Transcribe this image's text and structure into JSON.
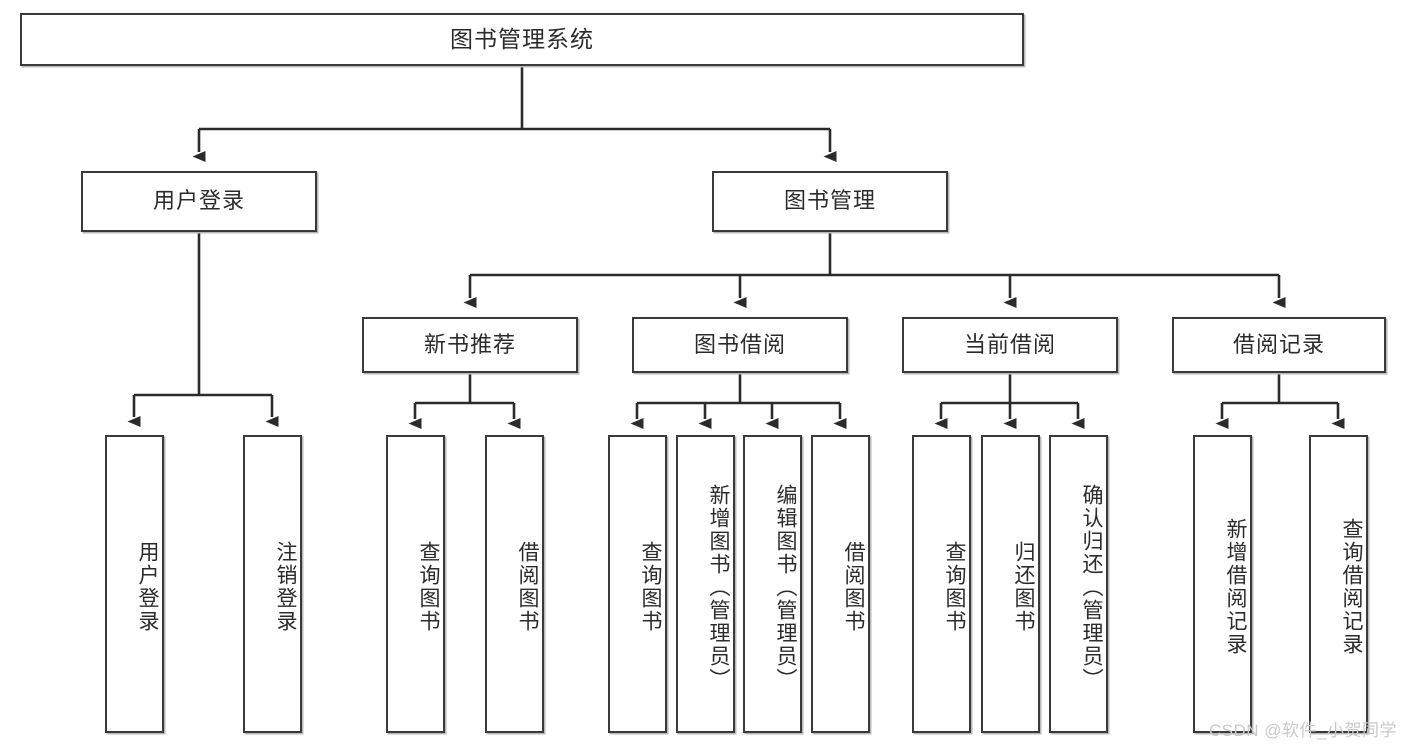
{
  "diagram": {
    "title": "图书管理系统",
    "type": "hierarchy-tree",
    "colors": {
      "node_border": "#3a3a3a",
      "node_fill": "#ffffff",
      "edge": "#2b2b2b",
      "text": "#2b2b2b",
      "watermark": "#c9c9c9",
      "background": "#ffffff"
    },
    "levels": {
      "level1": "root",
      "level2": "modules",
      "level3": "sub-modules",
      "level4": "functions"
    },
    "nodes": {
      "root": {
        "label": "图书管理系统",
        "orientation": "horizontal"
      },
      "user_login": {
        "label": "用户登录",
        "orientation": "horizontal"
      },
      "book_manage": {
        "label": "图书管理",
        "orientation": "horizontal"
      },
      "new_book_rec": {
        "label": "新书推荐",
        "orientation": "horizontal"
      },
      "book_borrow": {
        "label": "图书借阅",
        "orientation": "horizontal"
      },
      "current_borrow": {
        "label": "当前借阅",
        "orientation": "horizontal"
      },
      "borrow_record": {
        "label": "借阅记录",
        "orientation": "horizontal"
      },
      "leaf_user_login": {
        "label": "用户登录",
        "orientation": "vertical"
      },
      "leaf_logout": {
        "label": "注销登录",
        "orientation": "vertical"
      },
      "leaf_query_book_1": {
        "label": "查询图书",
        "orientation": "vertical"
      },
      "leaf_borrow_book_1": {
        "label": "借阅图书",
        "orientation": "vertical"
      },
      "leaf_query_book_2": {
        "label": "查询图书",
        "orientation": "vertical"
      },
      "leaf_add_book": {
        "label": "新增图书（管理员）",
        "orientation": "vertical"
      },
      "leaf_edit_book": {
        "label": "编辑图书（管理员）",
        "orientation": "vertical"
      },
      "leaf_borrow_book_2": {
        "label": "借阅图书",
        "orientation": "vertical"
      },
      "leaf_query_book_3": {
        "label": "查询图书",
        "orientation": "vertical"
      },
      "leaf_return_book": {
        "label": "归还图书",
        "orientation": "vertical"
      },
      "leaf_confirm_return": {
        "label": "确认归还（管理员）",
        "orientation": "vertical"
      },
      "leaf_add_record": {
        "label": "新增借阅记录",
        "orientation": "vertical"
      },
      "leaf_query_record": {
        "label": "查询借阅记录",
        "orientation": "vertical"
      }
    },
    "edges": [
      {
        "from": "root",
        "to": "user_login"
      },
      {
        "from": "root",
        "to": "book_manage"
      },
      {
        "from": "user_login",
        "to": "leaf_user_login"
      },
      {
        "from": "user_login",
        "to": "leaf_logout"
      },
      {
        "from": "book_manage",
        "to": "new_book_rec"
      },
      {
        "from": "book_manage",
        "to": "book_borrow"
      },
      {
        "from": "book_manage",
        "to": "current_borrow"
      },
      {
        "from": "book_manage",
        "to": "borrow_record"
      },
      {
        "from": "new_book_rec",
        "to": "leaf_query_book_1"
      },
      {
        "from": "new_book_rec",
        "to": "leaf_borrow_book_1"
      },
      {
        "from": "book_borrow",
        "to": "leaf_query_book_2"
      },
      {
        "from": "book_borrow",
        "to": "leaf_add_book"
      },
      {
        "from": "book_borrow",
        "to": "leaf_edit_book"
      },
      {
        "from": "book_borrow",
        "to": "leaf_borrow_book_2"
      },
      {
        "from": "current_borrow",
        "to": "leaf_query_book_3"
      },
      {
        "from": "current_borrow",
        "to": "leaf_return_book"
      },
      {
        "from": "current_borrow",
        "to": "leaf_confirm_return"
      },
      {
        "from": "borrow_record",
        "to": "leaf_add_record"
      },
      {
        "from": "borrow_record",
        "to": "leaf_query_record"
      }
    ]
  },
  "watermark": {
    "text": "CSDN @软件_小贺同学"
  }
}
